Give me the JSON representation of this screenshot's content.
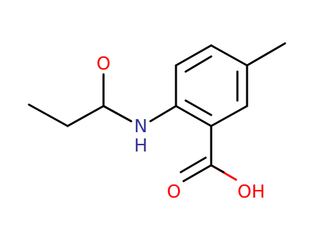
{
  "molecule": {
    "atoms": {
      "carbonyl_oxygen": "O",
      "amide_nitrogen": "N",
      "amide_hydrogen": "H",
      "acid_carbonyl_oxygen": "O",
      "hydroxyl": "OH"
    },
    "colors": {
      "bond": "#000000",
      "oxygen": "#ff0000",
      "nitrogen": "#333399"
    }
  }
}
